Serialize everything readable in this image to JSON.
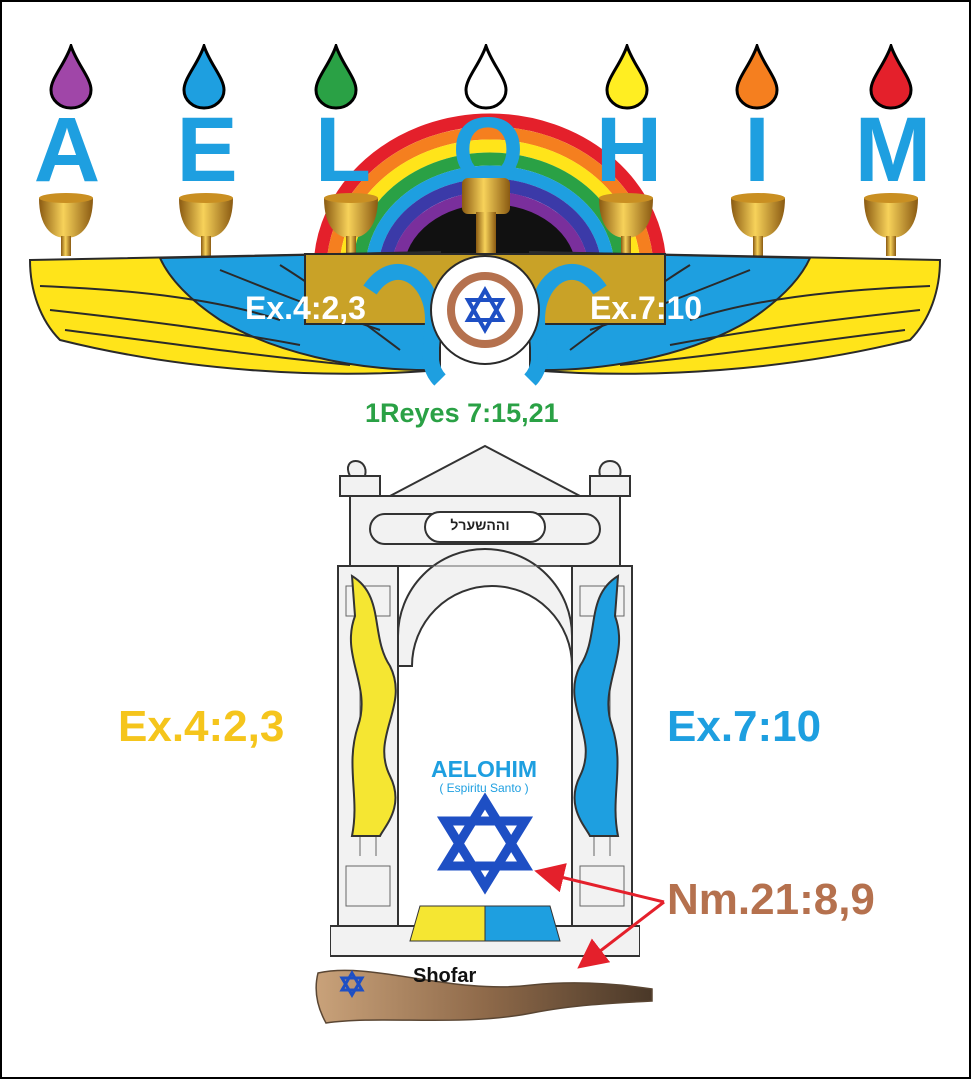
{
  "menorah": {
    "letters": [
      "A",
      "E",
      "L",
      "O",
      "H",
      "I",
      "M"
    ],
    "flame_colors": [
      "#a046a8",
      "#1e9fe0",
      "#2aa145",
      "#ffffff",
      "#ffee22",
      "#f57f1f",
      "#e4202b"
    ],
    "ref_left": "Ex.4:2,3",
    "ref_right": "Ex.7:10"
  },
  "gate": {
    "title_ref": "1Reyes 7:15,21",
    "name": "AELOHIM",
    "subtitle": "( Espiritu Santo )",
    "ref_left": "Ex.4:2,3",
    "ref_right": "Ex.7:10",
    "ref_serpent": "Nm.21:8,9",
    "shofar_label": "Shofar",
    "hebrew_plaque": "וההשערל"
  },
  "colors": {
    "blue": "#1e9fe0",
    "yellow": "#f5c51c",
    "green": "#2aa145",
    "brown": "#b5714e",
    "red": "#e4202b"
  }
}
